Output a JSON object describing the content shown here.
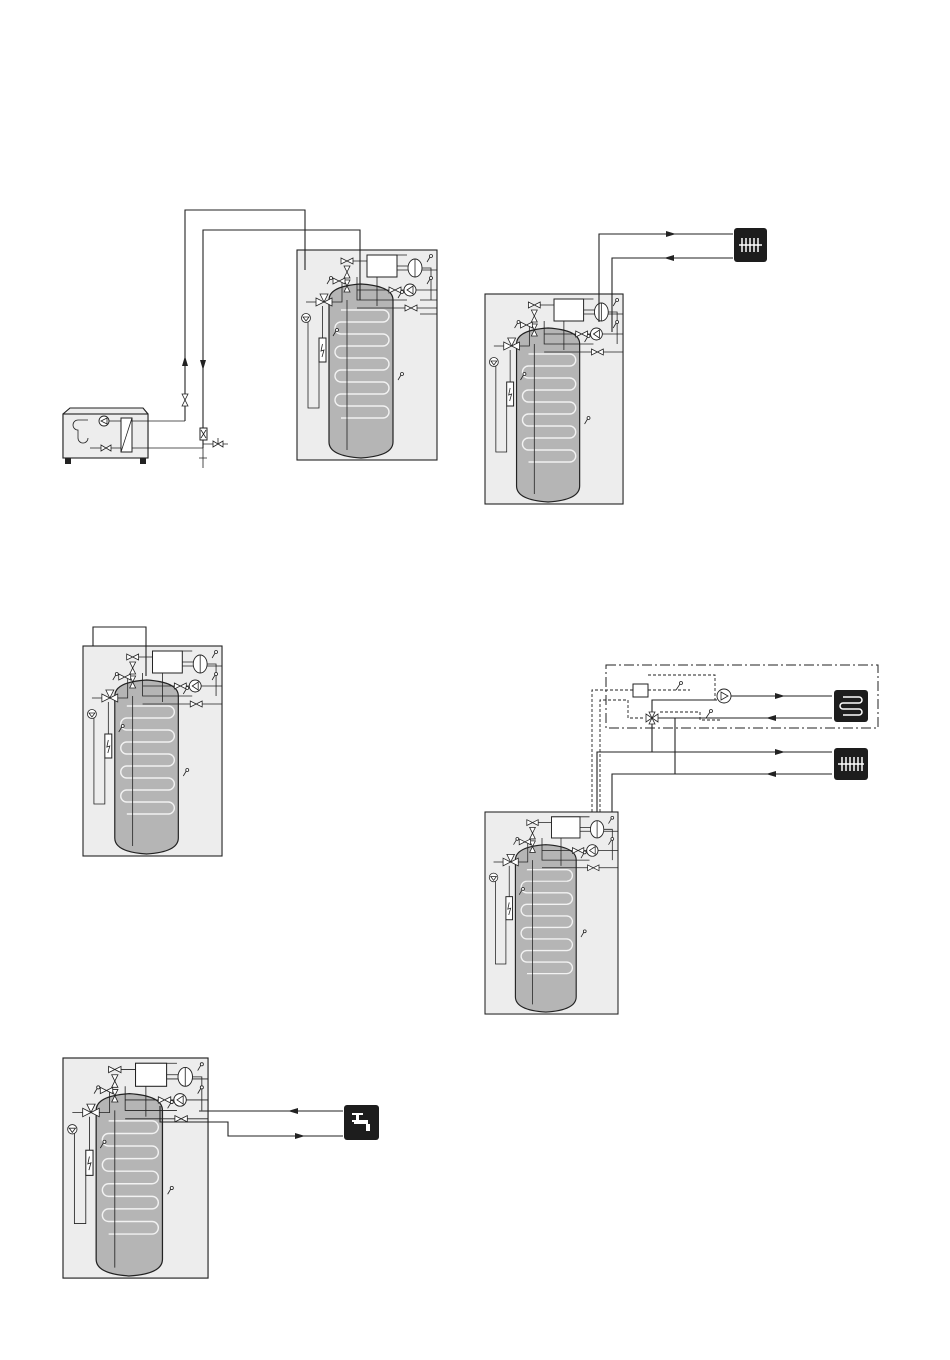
{
  "diagrams": [
    {
      "id": "outdoor-unit-connection",
      "desc_icon": "outdoor-heat-pump-unit"
    },
    {
      "id": "heating-circuit-radiator",
      "desc_icon": "radiator-icon"
    },
    {
      "id": "recirculation-loop",
      "desc_icon": "pipe-loop"
    },
    {
      "id": "floor-heating-and-radiator",
      "desc_icon": "underfloor-heating-icon"
    },
    {
      "id": "hot-water-tap",
      "desc_icon": "water-tap-icon"
    }
  ],
  "colors": {
    "line": "#222222",
    "cabinet": "#ededed",
    "tank": "#b5b5b5",
    "icon_bg": "#1d1d1d"
  }
}
